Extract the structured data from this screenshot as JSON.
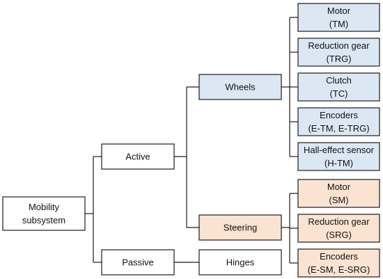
{
  "colors": {
    "white": "#ffffff",
    "blue": "#dce7f4",
    "orange": "#fbe3d2"
  },
  "nodes": {
    "mobility": {
      "lines": [
        "Mobility",
        "subsystem"
      ],
      "fill": "white"
    },
    "active": {
      "lines": [
        "Active"
      ],
      "fill": "white"
    },
    "passive": {
      "lines": [
        "Passive"
      ],
      "fill": "white"
    },
    "wheels": {
      "lines": [
        "Wheels"
      ],
      "fill": "blue"
    },
    "steering": {
      "lines": [
        "Steering"
      ],
      "fill": "orange"
    },
    "hinges": {
      "lines": [
        "Hinges"
      ],
      "fill": "white"
    },
    "motor_tm": {
      "lines": [
        "Motor",
        "(TM)"
      ],
      "fill": "blue"
    },
    "gear_trg": {
      "lines": [
        "Reduction gear",
        "(TRG)"
      ],
      "fill": "blue"
    },
    "clutch_tc": {
      "lines": [
        "Clutch",
        "(TC)"
      ],
      "fill": "blue"
    },
    "enc_wheels": {
      "lines": [
        "Encoders",
        "(E-TM, E-TRG)"
      ],
      "fill": "blue"
    },
    "hall_htm": {
      "lines": [
        "Hall-effect sensor",
        "(H-TM)"
      ],
      "fill": "blue"
    },
    "motor_sm": {
      "lines": [
        "Motor",
        "(SM)"
      ],
      "fill": "orange"
    },
    "gear_srg": {
      "lines": [
        "Reduction gear",
        "(SRG)"
      ],
      "fill": "orange"
    },
    "enc_steer": {
      "lines": [
        "Encoders",
        "(E-SM, E-SRG)"
      ],
      "fill": "orange"
    }
  },
  "edges": [
    {
      "from": "mobility",
      "to": [
        "active",
        "passive"
      ]
    },
    {
      "from": "active",
      "to": [
        "wheels",
        "steering"
      ]
    },
    {
      "from": "passive",
      "to": [
        "hinges"
      ]
    },
    {
      "from": "wheels",
      "to": [
        "motor_tm",
        "gear_trg",
        "clutch_tc",
        "enc_wheels",
        "hall_htm"
      ]
    },
    {
      "from": "steering",
      "to": [
        "motor_sm",
        "gear_srg",
        "enc_steer"
      ]
    }
  ]
}
